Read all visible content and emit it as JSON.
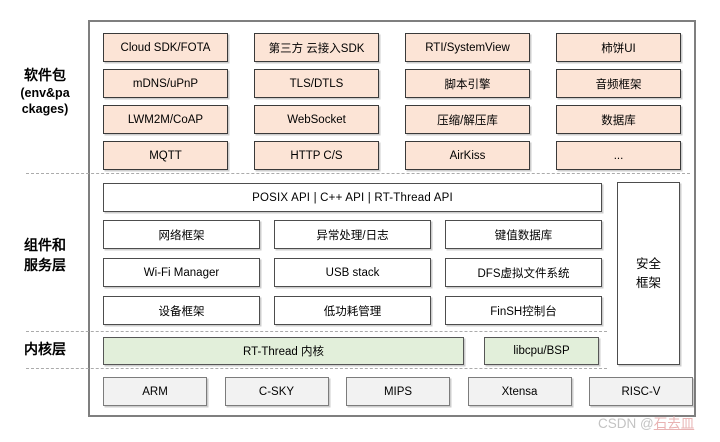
{
  "watermark": {
    "prefix": "CSDN @",
    "name": "石去皿"
  },
  "colors": {
    "package_fill": "#fce4d6",
    "kernel_fill": "#e2efda",
    "cpu_fill": "#f2f2f2",
    "box_border": "#404040",
    "frame_border": "#7f7f7f",
    "watermark_gray": "#c3c3c3",
    "watermark_name_pink": "#e9b3b3"
  },
  "layers": {
    "packages": {
      "label_title": "软件包",
      "label_sub1": "(env&pa",
      "label_sub2": "ckages)",
      "grid": [
        [
          "Cloud SDK/FOTA",
          "第三方 云接入SDK",
          "RTI/SystemView",
          "柿饼UI"
        ],
        [
          "mDNS/uPnP",
          "TLS/DTLS",
          "脚本引擎",
          "音频框架"
        ],
        [
          "LWM2M/CoAP",
          "WebSocket",
          "压缩/解压库",
          "数据库"
        ],
        [
          "MQTT",
          "HTTP C/S",
          "AirKiss",
          "..."
        ]
      ]
    },
    "components": {
      "label_line1": "组件和",
      "label_line2": "服务层",
      "api_bar": "POSIX API  |  C++ API  |  RT-Thread API",
      "grid": [
        [
          "网络框架",
          "异常处理/日志",
          "键值数据库"
        ],
        [
          "Wi-Fi Manager",
          "USB stack",
          "DFS虚拟文件系统"
        ],
        [
          "设备框架",
          "低功耗管理",
          "FinSH控制台"
        ]
      ],
      "security_line1": "安全",
      "security_line2": "框架"
    },
    "kernel": {
      "label": "内核层",
      "kernel_box": "RT-Thread  内核",
      "libcpu_box": "libcpu/BSP"
    },
    "cpu": {
      "items": [
        "ARM",
        "C-SKY",
        "MIPS",
        "Xtensa",
        "RISC-V"
      ]
    }
  }
}
